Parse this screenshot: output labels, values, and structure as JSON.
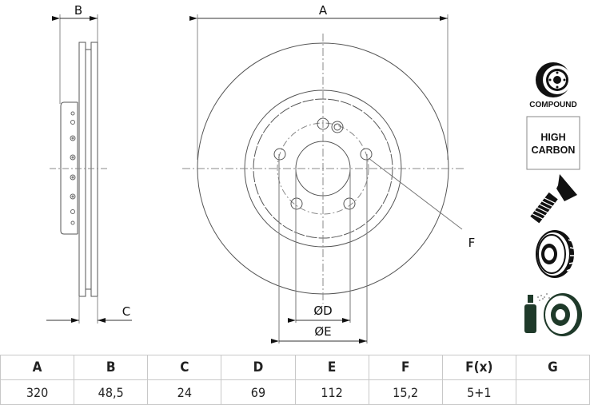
{
  "drawing": {
    "side_view": {
      "label_b": "B",
      "label_c": "C"
    },
    "front_view": {
      "label_a": "A",
      "label_d": "ØD",
      "label_e": "ØE",
      "label_f": "F"
    }
  },
  "icons": [
    {
      "name": "compound-disc-icon",
      "caption": "COMPOUND"
    },
    {
      "name": "high-carbon-badge",
      "line1": "HIGH",
      "line2": "CARBON"
    },
    {
      "name": "screw-icon"
    },
    {
      "name": "vented-disc-icon"
    },
    {
      "name": "coating-spray-disc-icon"
    }
  ],
  "table": {
    "headers": [
      "A",
      "B",
      "C",
      "D",
      "E",
      "F",
      "F(x)",
      "G"
    ],
    "values": [
      "320",
      "48,5",
      "24",
      "69",
      "112",
      "15,2",
      "5+1",
      ""
    ]
  }
}
